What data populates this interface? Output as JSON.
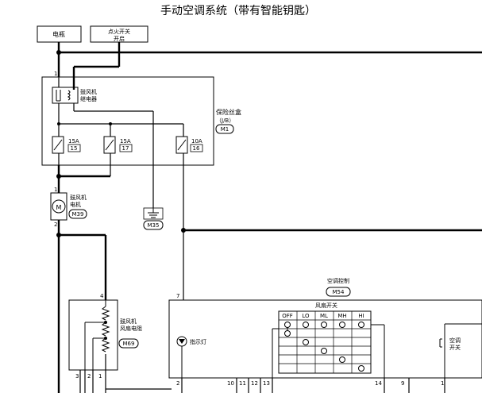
{
  "title": "手动空调系统（带有智能钥匙）",
  "power": {
    "battery": "电瓶",
    "ignition": "点火开关",
    "ignition_on": "开启"
  },
  "relay": {
    "name": "鼓风机",
    "name2": "继电器",
    "pin": "1"
  },
  "fuse_box": {
    "name": "保险丝盒",
    "sub": "（J/B）",
    "connector": "M1",
    "fuses": [
      {
        "amp": "15A",
        "num": "15"
      },
      {
        "amp": "15A",
        "num": "17"
      },
      {
        "amp": "10A",
        "num": "16"
      }
    ]
  },
  "motor": {
    "name": "鼓风机",
    "name2": "电机",
    "connector": "M39",
    "symbol": "M",
    "pin_top": "1",
    "pin_bottom": "2"
  },
  "ground": {
    "connector": "M35"
  },
  "resistor": {
    "name": "鼓风机",
    "name2": "风扇电阻",
    "connector": "M69",
    "pin_top": "4",
    "pins_bottom": [
      "3",
      "2",
      "1"
    ]
  },
  "ac_control": {
    "name": "空调控制",
    "connector": "M54",
    "fan_switch": "风扇开关",
    "positions": [
      "OFF",
      "LO",
      "ML",
      "MH",
      "HI"
    ],
    "indicator": "指示灯",
    "ac_switch_1": "空调",
    "ac_switch_2": "开关",
    "pin_top": "7",
    "pins_bottom": [
      "2",
      "10",
      "11",
      "12",
      "13",
      "14",
      "9",
      "1"
    ]
  }
}
